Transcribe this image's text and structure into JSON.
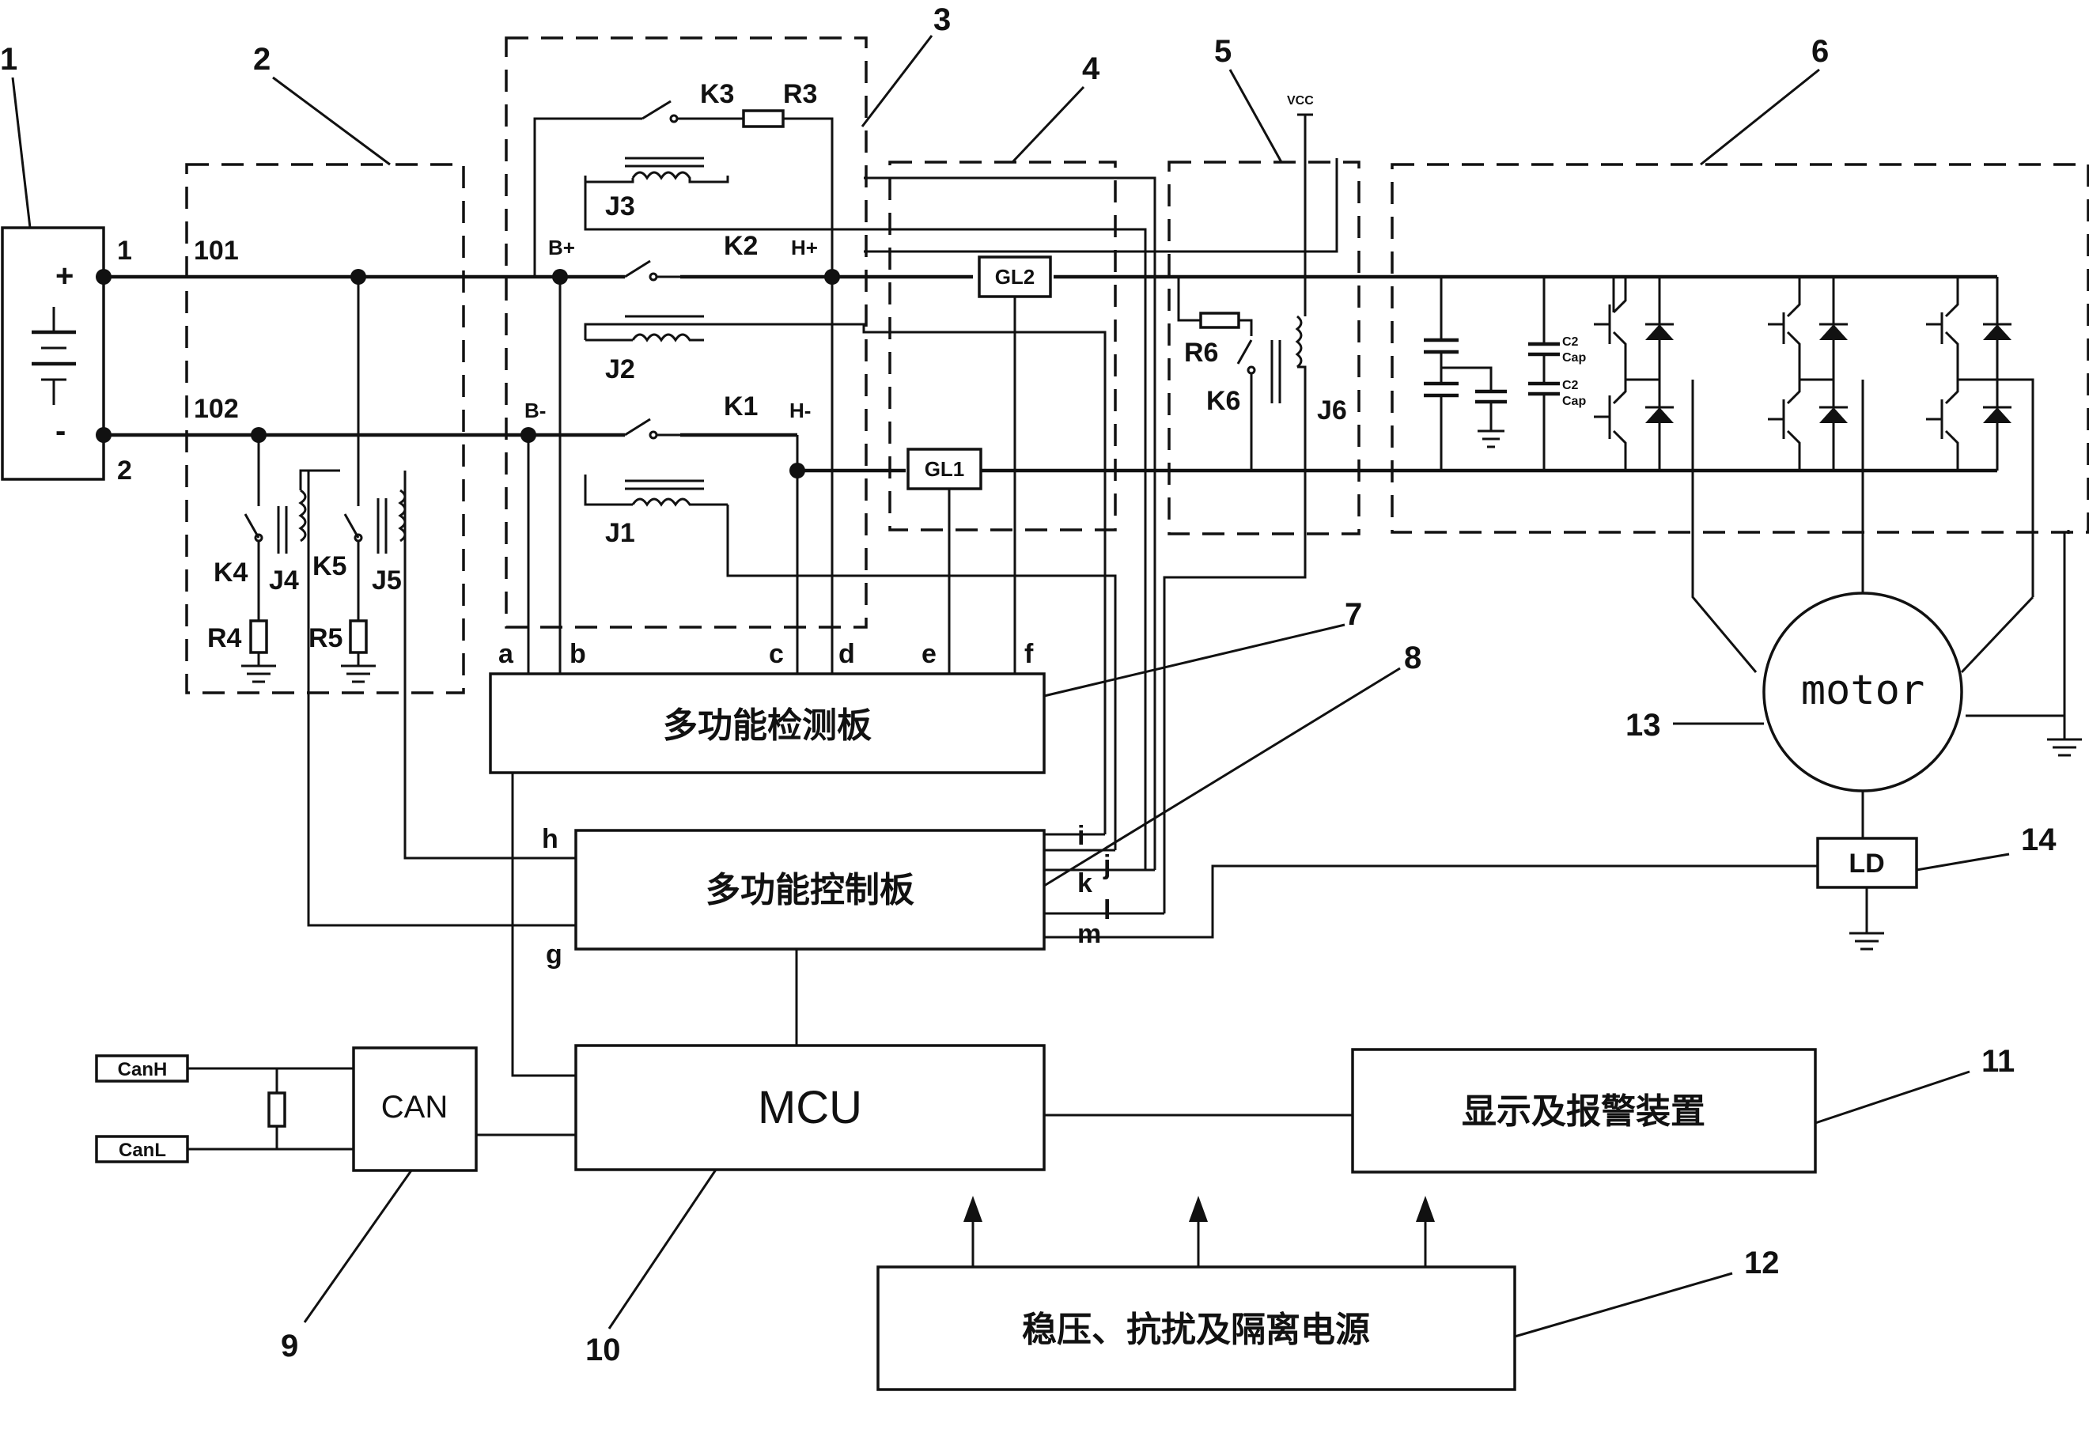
{
  "battery": {
    "ref": "1",
    "plus": "+",
    "minus": "-",
    "pin_pos": "1",
    "pin_neg": "2"
  },
  "lines": {
    "pos": "101",
    "neg": "102"
  },
  "modules": {
    "m2": "2",
    "m3": "3",
    "m4": "4",
    "m5": "5",
    "m6": "6",
    "m7": "7",
    "m8": "8",
    "m9": "9",
    "m10": "10",
    "m11": "11",
    "m12": "12",
    "m13": "13",
    "m14": "14"
  },
  "nodes": {
    "b_plus": "B+",
    "b_minus": "B-",
    "h_plus": "H+",
    "h_minus": "H-",
    "vcc": "VCC"
  },
  "components": {
    "k1": "K1",
    "k2": "K2",
    "k3": "K3",
    "k4": "K4",
    "k5": "K5",
    "k6": "K6",
    "r3": "R3",
    "r4": "R4",
    "r5": "R5",
    "r6": "R6",
    "j1": "J1",
    "j2": "J2",
    "j3": "J3",
    "j4": "J4",
    "j5": "J5",
    "j6": "J6",
    "gl1": "GL1",
    "gl2": "GL2",
    "cap1": "C2",
    "cap2": "C2",
    "cap_note": "Cap"
  },
  "pins": {
    "a": "a",
    "b": "b",
    "c": "c",
    "d": "d",
    "e": "e",
    "f": "f",
    "g": "g",
    "h": "h",
    "i": "i",
    "j": "j",
    "k": "k",
    "l": "l",
    "m": "m"
  },
  "blocks": {
    "detect": "多功能检测板",
    "control": "多功能控制板",
    "mcu": "MCU",
    "can": "CAN",
    "display": "显示及报警装置",
    "power": "稳压、抗扰及隔离电源",
    "motor": "motor",
    "ld": "LD",
    "canh": "CanH",
    "canl": "CanL"
  }
}
